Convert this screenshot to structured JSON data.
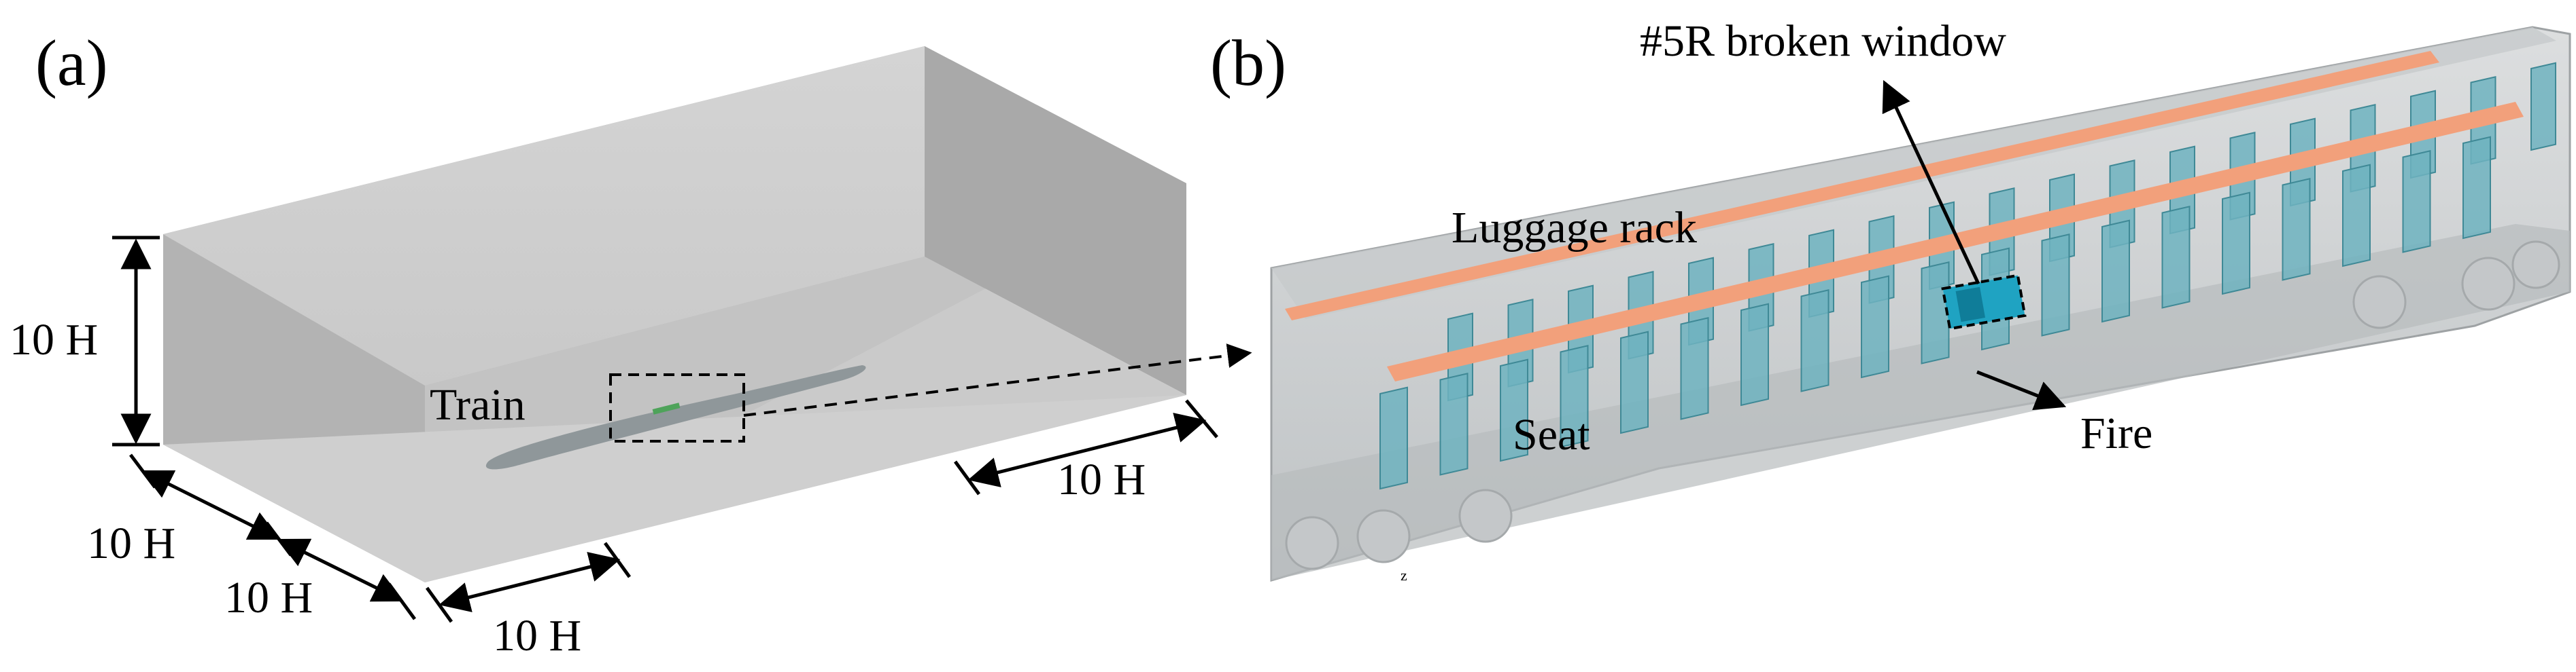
{
  "panel_a": {
    "label": "(a)",
    "train_label": "Train",
    "dim_height": "10 H",
    "dim_front_left": "10 H",
    "dim_front_mid": "10 H",
    "dim_bottom": "10 H",
    "dim_right": "10 H"
  },
  "panel_b": {
    "label": "(b)",
    "broken_window_label": "#5R broken window",
    "luggage_rack_label": "Luggage rack",
    "seat_label": "Seat",
    "fire_label": "Fire",
    "axis_glyph": "z"
  },
  "colors": {
    "domain_box": "#c8c8c8",
    "domain_box_dark": "#adadad",
    "train_body": "#9ea4a6",
    "seat": "#6fb3bf",
    "luggage_rack": "#f2a07b",
    "broken_window": "#1fa3c2",
    "cabin_shell": "#d2d4d6"
  }
}
